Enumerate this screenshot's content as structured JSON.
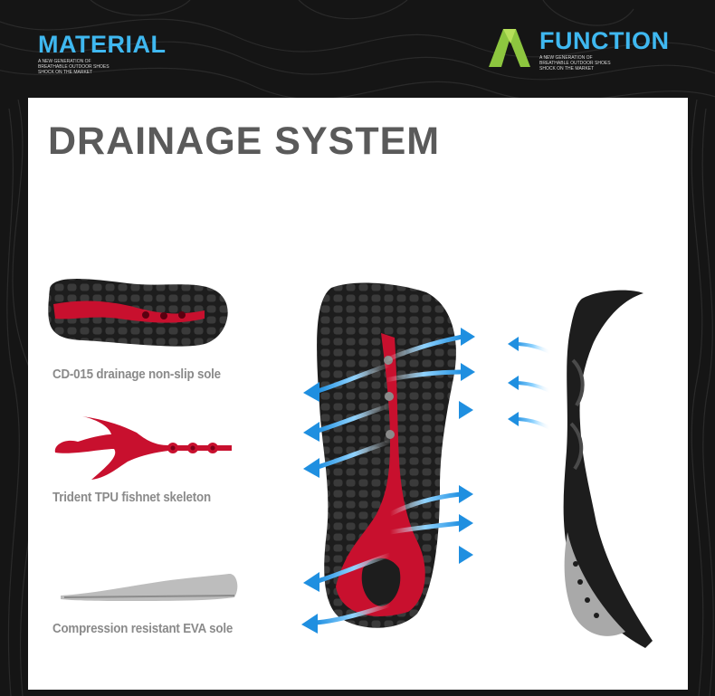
{
  "header": {
    "material": {
      "title": "MATERIAL",
      "subtitle": "A NEW GENERATION OF BREATHABLE OUTDOOR SHOES SHOCK ON THE MARKET"
    },
    "function": {
      "title": "FUNCTION",
      "subtitle": "A NEW GENERATION OF BREATHABLE OUTDOOR SHOES SHOCK ON THE MARKET",
      "logo_icon": "green-a-logo-icon"
    }
  },
  "panel": {
    "title": "DRAINAGE SYSTEM",
    "items": [
      {
        "caption": "CD-015 drainage non-slip sole",
        "image": "outsole-image"
      },
      {
        "caption": "Trident TPU fishnet skeleton",
        "image": "tpu-skeleton-image"
      },
      {
        "caption": "Compression resistant EVA sole",
        "image": "eva-insole-image"
      }
    ]
  },
  "colors": {
    "accent_blue": "#3fb8f0",
    "accent_green": "#8dc63f",
    "sole_red": "#c8102e",
    "title_gray": "#5a5a5a",
    "caption_gray": "#8a8a8a",
    "background": "#151515"
  }
}
